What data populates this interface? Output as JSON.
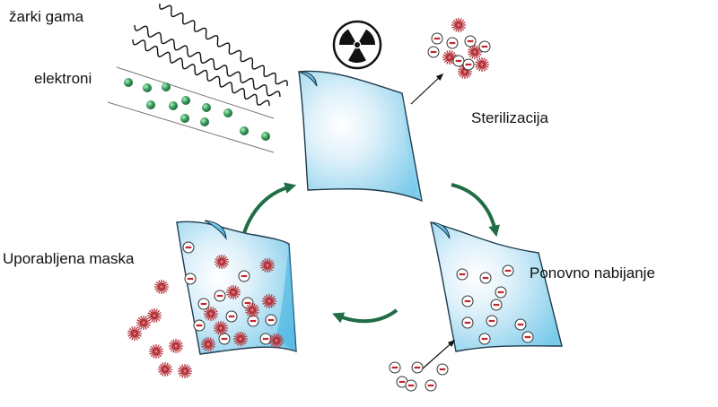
{
  "labels": {
    "gamma_rays": "žarki gama",
    "electrons": "elektroni",
    "sterilization": "Sterilizacija",
    "used_mask": "Uporabljena maska",
    "recharging": "Ponovno nabijanje"
  },
  "icons": {
    "radiation": "radiation-trefoil-icon",
    "virus": "virus-icon",
    "charge": "negative-charge-icon",
    "electron": "electron-bead-icon"
  },
  "colors": {
    "sheet_light": "#eaf6fc",
    "sheet_dark": "#5cc0e8",
    "sheet_stroke": "#1e3b4d",
    "arrow": "#1f6e46",
    "virus": "#b2323a",
    "electron": "#3aa35e"
  }
}
